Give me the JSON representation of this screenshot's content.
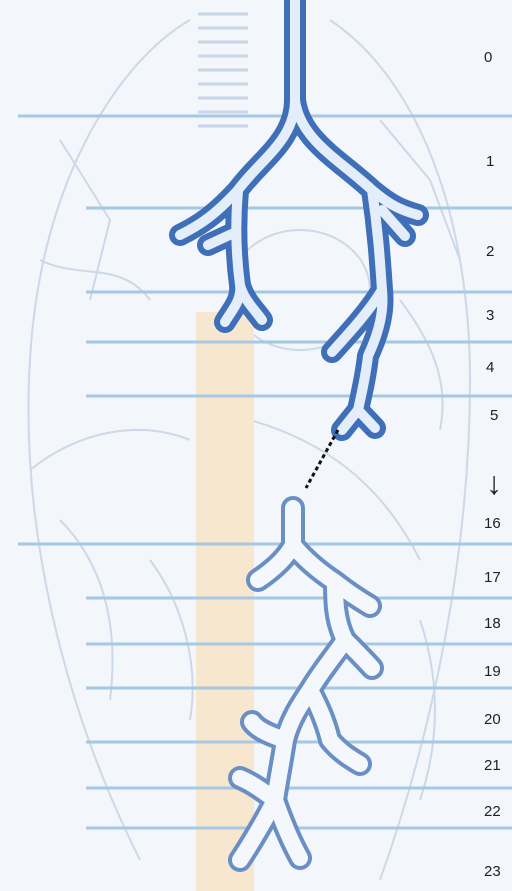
{
  "generation_labels": [
    "0",
    "1",
    "2",
    "3",
    "4",
    "5",
    "16",
    "17",
    "18",
    "19",
    "20",
    "21",
    "22",
    "23"
  ],
  "arrow_glyph": "↓",
  "colors": {
    "airway": "#4f7fc6",
    "airway_light": "#dce8f6",
    "level_line": "#a6c8e2",
    "background_anatomy": "#c5d2e6",
    "shadow_column": "#f7e7cf"
  }
}
